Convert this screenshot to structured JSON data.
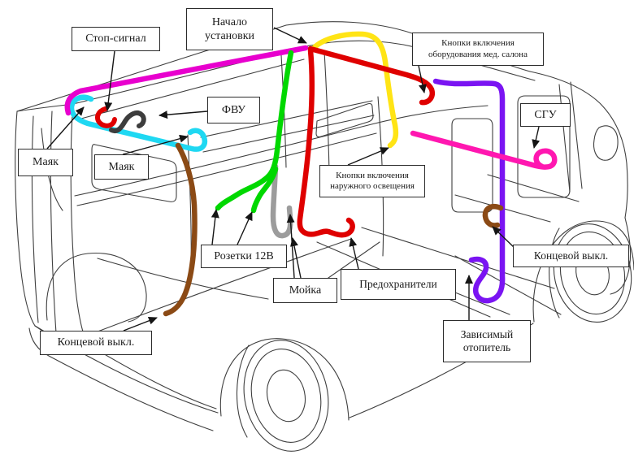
{
  "colors": {
    "background": "#ffffff",
    "outline": "#3f3f3f",
    "ink": "#151515",
    "label_bg": "#ffffff",
    "label_border": "#2b2b2b"
  },
  "wire_colors": {
    "roof_magenta": "#e800ce",
    "beacon_cyan": "#1fd8f2",
    "stop_signal_red": "#df0000",
    "fvu_dark": "#3d3d3d",
    "limit_rear_brown": "#8b4a15",
    "sockets_green": "#00d800",
    "washer_gray": "#9c9c9c",
    "main_red": "#df0000",
    "roof_yellow": "#ffe415",
    "heater_purple": "#7a14f2",
    "sgu_pink": "#ff17b0",
    "limit_front_brown": "#8b4a15"
  },
  "labels": {
    "stop_signal": "Стоп-сигнал",
    "installation_start": "Начало установки",
    "med_cabin_buttons": "Кнопки включения оборудования мед. салона",
    "fvu": "ФВУ",
    "beacon_left": "Маяк",
    "beacon_right": "Маяк",
    "exterior_lighting_buttons": "Кнопки включения наружного освещения",
    "sgu": "СГУ",
    "sockets_12v": "Розетки 12В",
    "washer": "Мойка",
    "fuses": "Предохранители",
    "limit_switch_front": "Концевой выкл.",
    "limit_switch_rear": "Концевой выкл.",
    "dependent_heater": "Зависимый отопитель"
  }
}
